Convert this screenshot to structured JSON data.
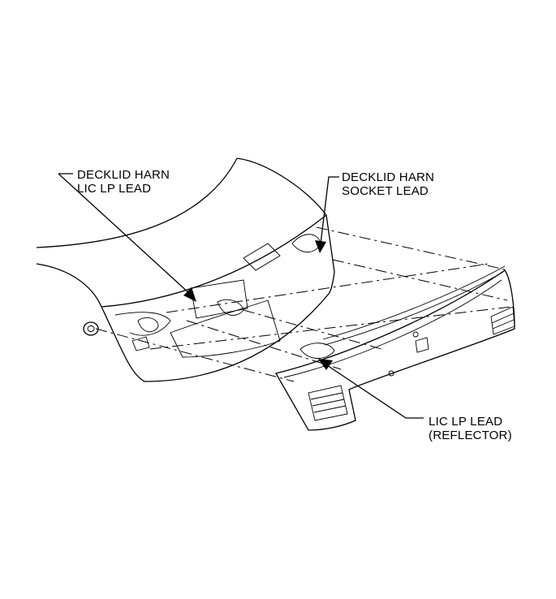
{
  "callouts": {
    "decklid_harn_lic_lp": {
      "line1": "DECKLID HARN",
      "line2": "LIC LP LEAD"
    },
    "decklid_harn_socket": {
      "line1": "DECKLID HARN",
      "line2": "SOCKET LEAD"
    },
    "lic_lp_lead_reflector": {
      "line1": "LIC LP LEAD",
      "line2": "(REFLECTOR)"
    }
  }
}
